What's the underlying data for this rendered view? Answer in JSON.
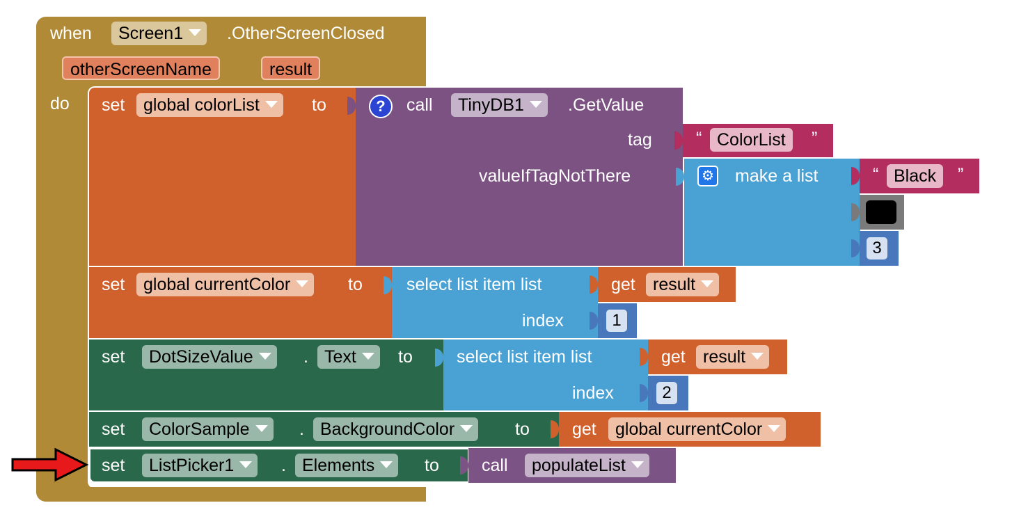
{
  "event": {
    "when_label": "when",
    "component": "Screen1",
    "event_name": ".OtherScreenClosed",
    "params": [
      "otherScreenName",
      "result"
    ],
    "do_label": "do"
  },
  "stmt1": {
    "set_label": "set",
    "variable": "global colorList",
    "to_label": "to",
    "call": {
      "call_label": "call",
      "component": "TinyDB1",
      "method": ".GetValue",
      "help_glyph": "?",
      "tag_label": "tag",
      "tag_value": "ColorList",
      "default_label": "valueIfTagNotThere"
    },
    "list": {
      "label": "make a list",
      "items_text": "Black",
      "item_number": "3"
    }
  },
  "stmt2": {
    "set_label": "set",
    "variable": "global currentColor",
    "to_label": "to",
    "select_label": "select list item  list",
    "get_label": "get",
    "get_var": "result",
    "index_label": "index",
    "index_value": "1"
  },
  "stmt3": {
    "set_label": "set",
    "component": "DotSizeValue",
    "dot": ".",
    "property": "Text",
    "to_label": "to",
    "select_label": "select list item  list",
    "get_label": "get",
    "get_var": "result",
    "index_label": "index",
    "index_value": "2"
  },
  "stmt4": {
    "set_label": "set",
    "component": "ColorSample",
    "dot": ".",
    "property": "BackgroundColor",
    "to_label": "to",
    "get_label": "get",
    "get_var": "global currentColor"
  },
  "stmt5": {
    "set_label": "set",
    "component": "ListPicker1",
    "dot": ".",
    "property": "Elements",
    "to_label": "to",
    "call_label": "call",
    "procedure": "populateList"
  },
  "quote_open": "“",
  "quote_close": "”",
  "colors": {
    "event": "#b08a36",
    "variables": "#d0602c",
    "tinydb": "#7b5281",
    "lists": "#4aa2d4",
    "text": "#b32d5e",
    "colors_block": "#7a7a7a",
    "components": "#29684a",
    "procedures": "#7c5385",
    "arrow": "#e8191a"
  },
  "icons": {
    "help": "help-question-icon",
    "mutator": "gear-icon",
    "arrow": "red-arrow-icon",
    "dropdown": "chevron-down-icon"
  }
}
